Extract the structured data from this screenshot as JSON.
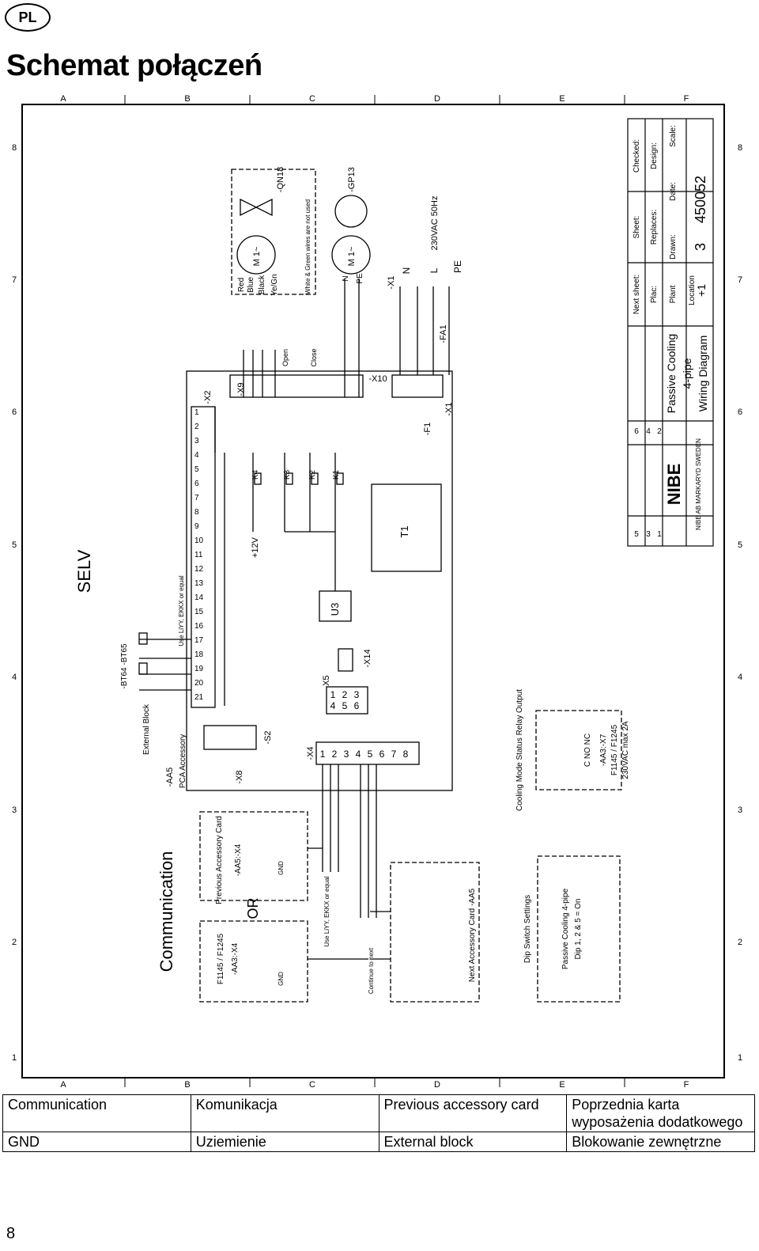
{
  "header": {
    "lang_badge": "PL",
    "title": "Schemat połączeń"
  },
  "diagram": {
    "columns": [
      "A",
      "B",
      "C",
      "D",
      "E",
      "F"
    ],
    "rows": [
      "1",
      "2",
      "3",
      "4",
      "5",
      "6",
      "7",
      "8"
    ],
    "labels": {
      "selv": "SELV",
      "communication": "Communication",
      "or": "OR",
      "x2": "-X2",
      "x4": "-X4",
      "x5": "-X5",
      "x8": "-X8",
      "x9": "-X9",
      "x10": "-X10",
      "x14": "-X14",
      "x1": "-X1",
      "s2": "-S2",
      "u3": "U3",
      "t1": "T1",
      "f1": "-F1",
      "fa1": "-FA1",
      "k1": "K1",
      "k2": "K2",
      "k3": "K3",
      "k4": "K4",
      "plus12v": "+12V",
      "qn18": "-QN18",
      "gp13": "-GP13",
      "m1": "M 1~",
      "open": "Open",
      "close": "Close",
      "wire_red": "Red",
      "wire_blue": "Blue",
      "wire_black": "Black",
      "wire_yegn": "Ye/Gn",
      "white_green": "White & Green wires are not used",
      "n": "N",
      "pe": "PE",
      "l": "L",
      "supply": "230VAC 50Hz",
      "aa5": "-AA5",
      "pca_acc": "PCA Accessory",
      "ext_block": "External Block",
      "bt": "-BT64 -BT65",
      "use_cable": "Use LiYY, EKKX or equal",
      "prev_card": "Previous Accessory Card",
      "prev_card_ref": "-AA5:-X4",
      "next_card": "Next Accessory Card -AA5",
      "f1145": "F1145 / F1245",
      "f1145_ref": "-AA3:-X4",
      "gnd": "GND",
      "cont_next": "Continue to next",
      "dip_settings": "Dip Switch Settings",
      "dip_text": "Passive Cooling 4-pipe",
      "dip_text2": "Dip 1, 2 & 5 = On",
      "relay_title": "Cooling Mode Status Relay Output",
      "relay_ref": "-AA3:-X7",
      "relay_model": "F1145 / F1245",
      "relay_rating": "230VAC max 2A",
      "c_no_nc": "C NO NC"
    },
    "title_block": {
      "company": "NIBE",
      "address": "NIBE AB MARKARYD SWEDEN",
      "desc1": "Passive Cooling",
      "desc2": "4-pipe",
      "desc3": "Wiring Diagram",
      "checked": "Checked:",
      "design": "Design:",
      "scale": "Scale:",
      "sheet": "Sheet:",
      "replaces": "Replaces:",
      "date": "Date:",
      "drawn": "Drawn:",
      "doc_no": "450052",
      "sheet_no": "3",
      "next_sheet": "Next sheet:",
      "plac": "Plac:",
      "plant": "Plant",
      "location": "Location",
      "loc_val": "+1",
      "rev": [
        "6",
        "4",
        "2",
        "5",
        "3",
        "1"
      ]
    }
  },
  "legend": {
    "rows": [
      [
        "Communication",
        "Komunikacja",
        "Previous accessory card",
        "Poprzednia karta wyposażenia dodatkowego"
      ],
      [
        "GND",
        "Uziemienie",
        "External block",
        "Blokowanie zewnętrzne"
      ]
    ]
  },
  "footer": {
    "page_number": "8"
  }
}
